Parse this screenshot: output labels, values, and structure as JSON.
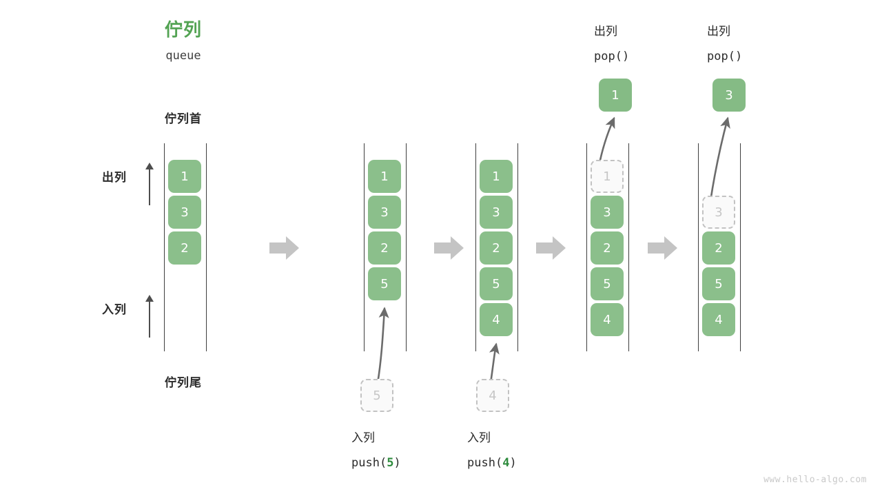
{
  "diagram": {
    "title_cn": "佇列",
    "title_en": "queue",
    "head_label": "佇列首",
    "tail_label": "佇列尾",
    "dequeue_label": "出列",
    "enqueue_label": "入列",
    "watermark": "www.hello-algo.com",
    "colors": {
      "element": "#8bbf8b",
      "title_green": "#53a353",
      "arg_green": "#2e8b3d",
      "ghost_border": "#c2c2c2",
      "ghost_text": "#c6c6c6",
      "rail": "#3d3d3d",
      "motion_arrow": "#6b6b6b",
      "step_arrow": "#c4c4c4",
      "text": "#2b2b2b",
      "watermark": "#c9c9c9"
    }
  },
  "steps": [
    {
      "id": "initial",
      "cells": [
        {
          "value": "1",
          "state": "filled"
        },
        {
          "value": "3",
          "state": "filled"
        },
        {
          "value": "2",
          "state": "filled"
        }
      ],
      "incoming": null,
      "outgoing": null,
      "caption_cn": "",
      "caption_code": "",
      "top_cn": "",
      "top_code": ""
    },
    {
      "id": "push-5",
      "cells": [
        {
          "value": "1",
          "state": "filled"
        },
        {
          "value": "3",
          "state": "filled"
        },
        {
          "value": "2",
          "state": "filled"
        },
        {
          "value": "5",
          "state": "filled"
        }
      ],
      "incoming": {
        "value": "5"
      },
      "outgoing": null,
      "caption_cn": "入列",
      "caption_code_prefix": "push(",
      "caption_code_arg": "5",
      "caption_code_suffix": ")",
      "top_cn": "",
      "top_code": ""
    },
    {
      "id": "push-4",
      "cells": [
        {
          "value": "1",
          "state": "filled"
        },
        {
          "value": "3",
          "state": "filled"
        },
        {
          "value": "2",
          "state": "filled"
        },
        {
          "value": "5",
          "state": "filled"
        },
        {
          "value": "4",
          "state": "filled"
        }
      ],
      "incoming": {
        "value": "4"
      },
      "outgoing": null,
      "caption_cn": "入列",
      "caption_code_prefix": "push(",
      "caption_code_arg": "4",
      "caption_code_suffix": ")",
      "top_cn": "",
      "top_code": ""
    },
    {
      "id": "pop-1",
      "cells": [
        {
          "value": "1",
          "state": "ghost"
        },
        {
          "value": "3",
          "state": "filled"
        },
        {
          "value": "2",
          "state": "filled"
        },
        {
          "value": "5",
          "state": "filled"
        },
        {
          "value": "4",
          "state": "filled"
        }
      ],
      "incoming": null,
      "outgoing": {
        "value": "1"
      },
      "caption_cn": "",
      "caption_code": "",
      "top_cn": "出列",
      "top_code": "pop()"
    },
    {
      "id": "pop-3",
      "cells": [
        {
          "value": "",
          "state": "empty"
        },
        {
          "value": "3",
          "state": "ghost"
        },
        {
          "value": "2",
          "state": "filled"
        },
        {
          "value": "5",
          "state": "filled"
        },
        {
          "value": "4",
          "state": "filled"
        }
      ],
      "incoming": null,
      "outgoing": {
        "value": "3"
      },
      "caption_cn": "",
      "caption_code": "",
      "top_cn": "出列",
      "top_code": "pop()"
    }
  ]
}
